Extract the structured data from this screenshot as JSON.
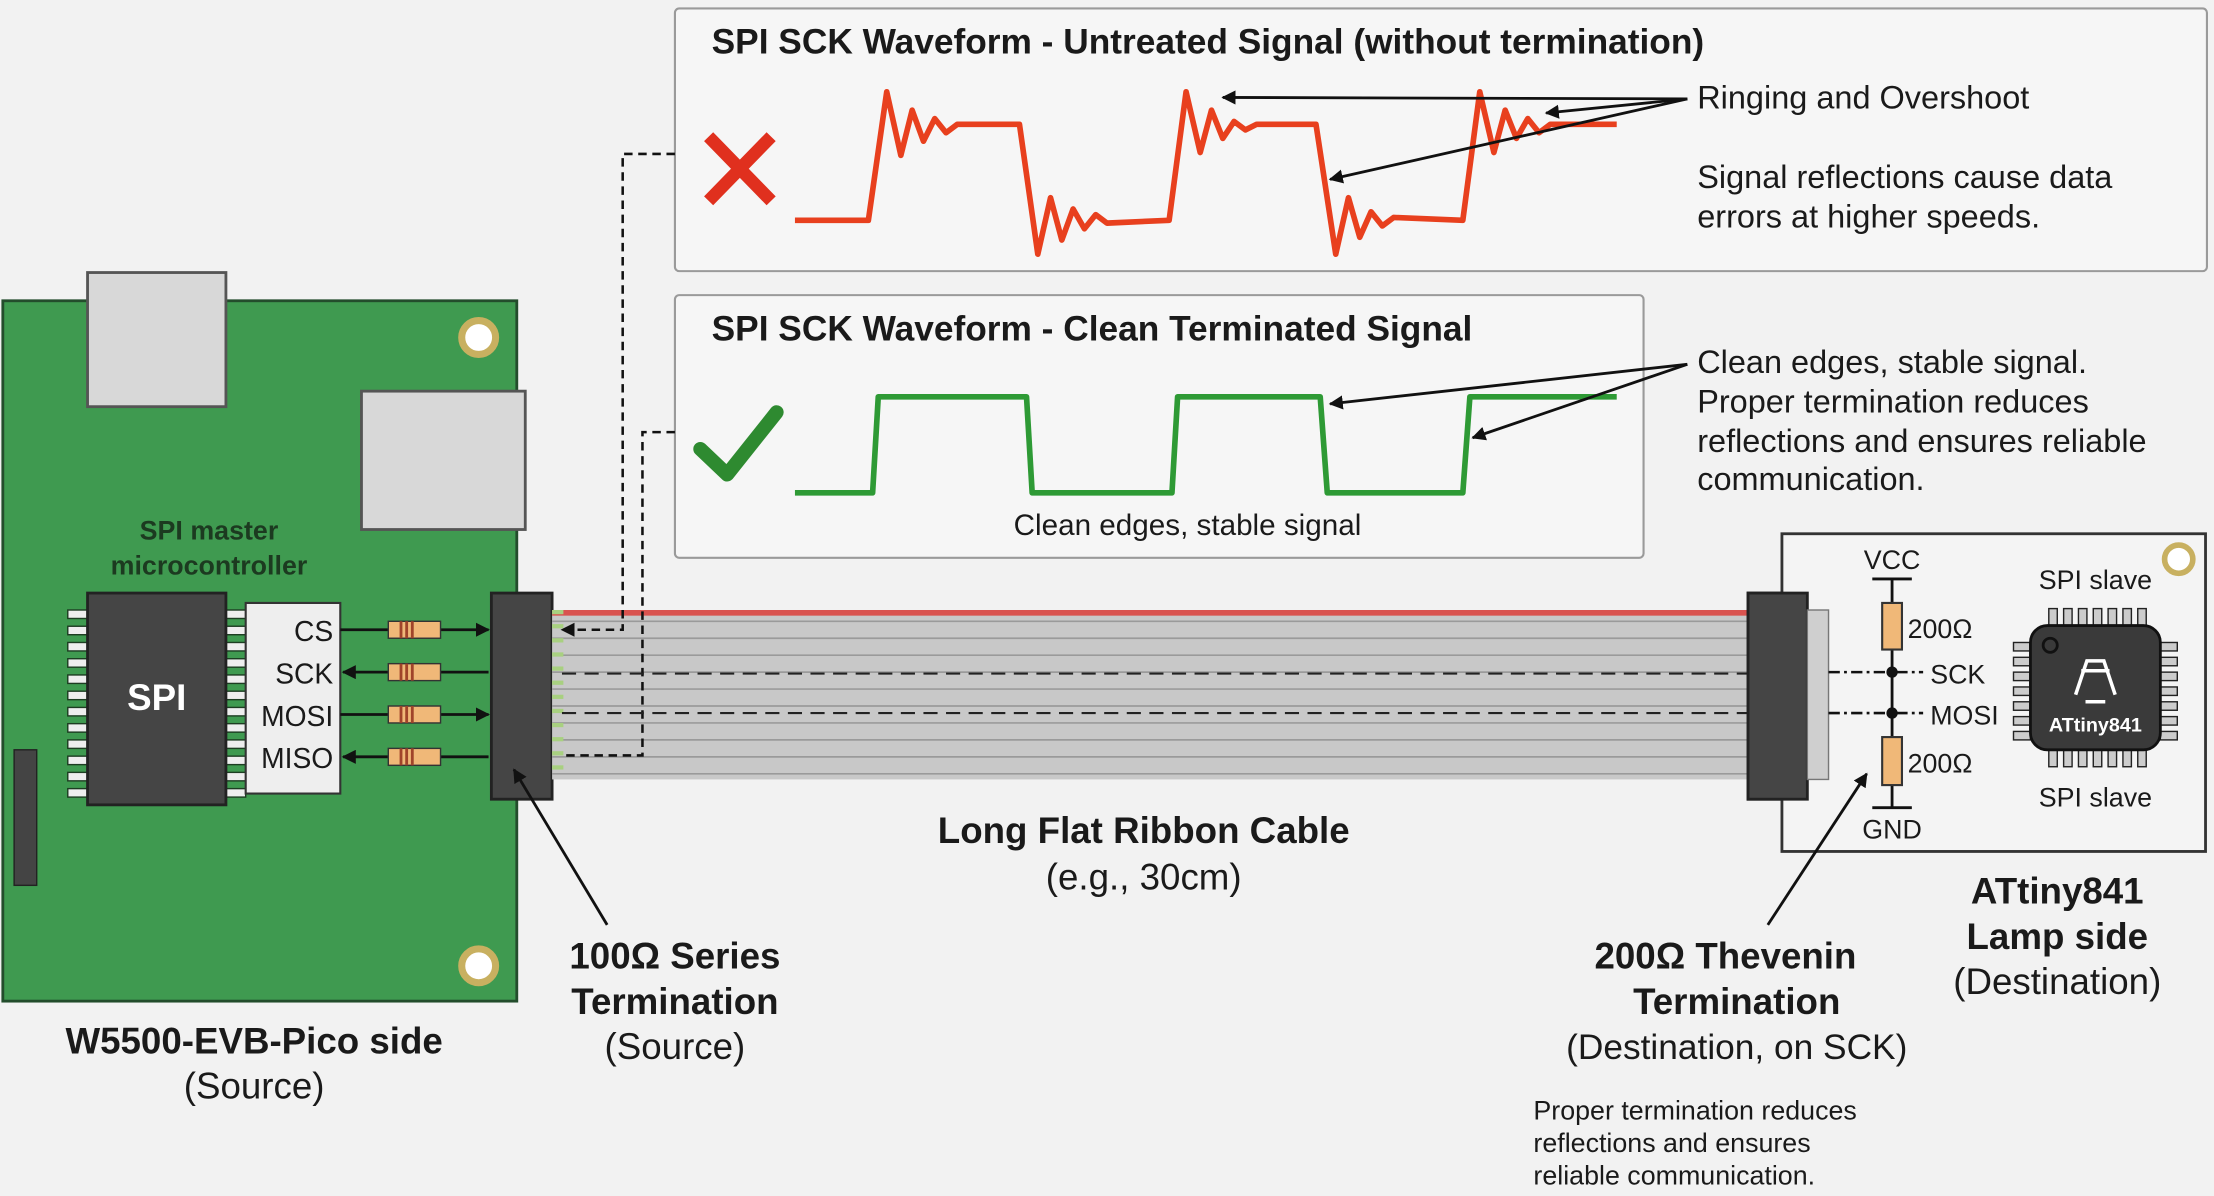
{
  "panel_untreated": {
    "title": "SPI SCK Waveform - Untreated Signal (without termination)",
    "callout": "Ringing and Overshoot",
    "note_lines": [
      "Signal reflections cause data",
      "errors at higher speeds."
    ]
  },
  "panel_clean": {
    "title": "SPI SCK Waveform - Clean Terminated Signal",
    "caption": "Clean edges, stable signal",
    "callout_lines": [
      "Clean edges, stable signal.",
      "Proper termination reduces",
      "reflections and ensures reliable",
      "communication."
    ]
  },
  "source_board": {
    "mcu_label_lines": [
      "SPI master",
      "microcontroller"
    ],
    "chip_label": "SPI",
    "pins": [
      "CS",
      "SCK",
      "MOSI",
      "MISO"
    ],
    "caption_lines": [
      "W5500-EVB-Pico side",
      "(Source)"
    ]
  },
  "series_termination": {
    "lines": [
      "100Ω Series",
      "Termination",
      "(Source)"
    ]
  },
  "cable": {
    "lines": [
      "Long Flat Ribbon Cable",
      "(e.g., 30cm)"
    ]
  },
  "dest_board": {
    "vcc": "VCC",
    "gnd": "GND",
    "r_top": "200Ω",
    "r_bottom": "200Ω",
    "sck": "SCK",
    "mosi": "MOSI",
    "slave_top": "SPI slave",
    "slave_bottom": "SPI slave",
    "chip_label": "ATtiny841",
    "caption_lines": [
      "ATtiny841",
      "Lamp side",
      "(Destination)"
    ]
  },
  "thevenin": {
    "lines": [
      "200Ω Thevenin",
      "Termination",
      "(Destination, on SCK)"
    ]
  },
  "footnote_lines": [
    "Proper termination reduces",
    "reflections and ensures",
    "reliable communication."
  ],
  "colors": {
    "pcb": "#3f9a50",
    "bad": "#e0301e",
    "good": "#2e9a35",
    "resistor": "#f0b878"
  }
}
